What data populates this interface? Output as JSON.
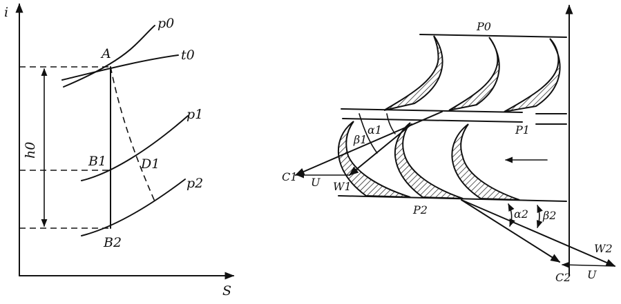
{
  "left_diagram": {
    "axis_y_label": "i",
    "axis_x_label": "S",
    "heat_drop_label": "h0",
    "isobar_p0_label": "p0",
    "isotherm_t0_label": "t0",
    "isobar_p1_label": "p1",
    "isobar_p2_label": "p2",
    "point_a_label": "A",
    "point_b1_label": "B1",
    "point_b2_label": "B2",
    "point_d1_label": "D1"
  },
  "right_diagram": {
    "inlet_pressure_label": "P0",
    "gap_pressure_label": "P1",
    "exit_pressure_label": "P2",
    "c1_label": "C1",
    "u1_label": "U",
    "w1_label": "W1",
    "alpha1_label": "α1",
    "beta1_label": "β1",
    "alpha2_label": "α2",
    "beta2_label": "β2",
    "w2_label": "W2",
    "c2_label": "C2",
    "u2_label": "U"
  },
  "colors": {
    "ink": "#111111",
    "paper": "#ffffff"
  }
}
